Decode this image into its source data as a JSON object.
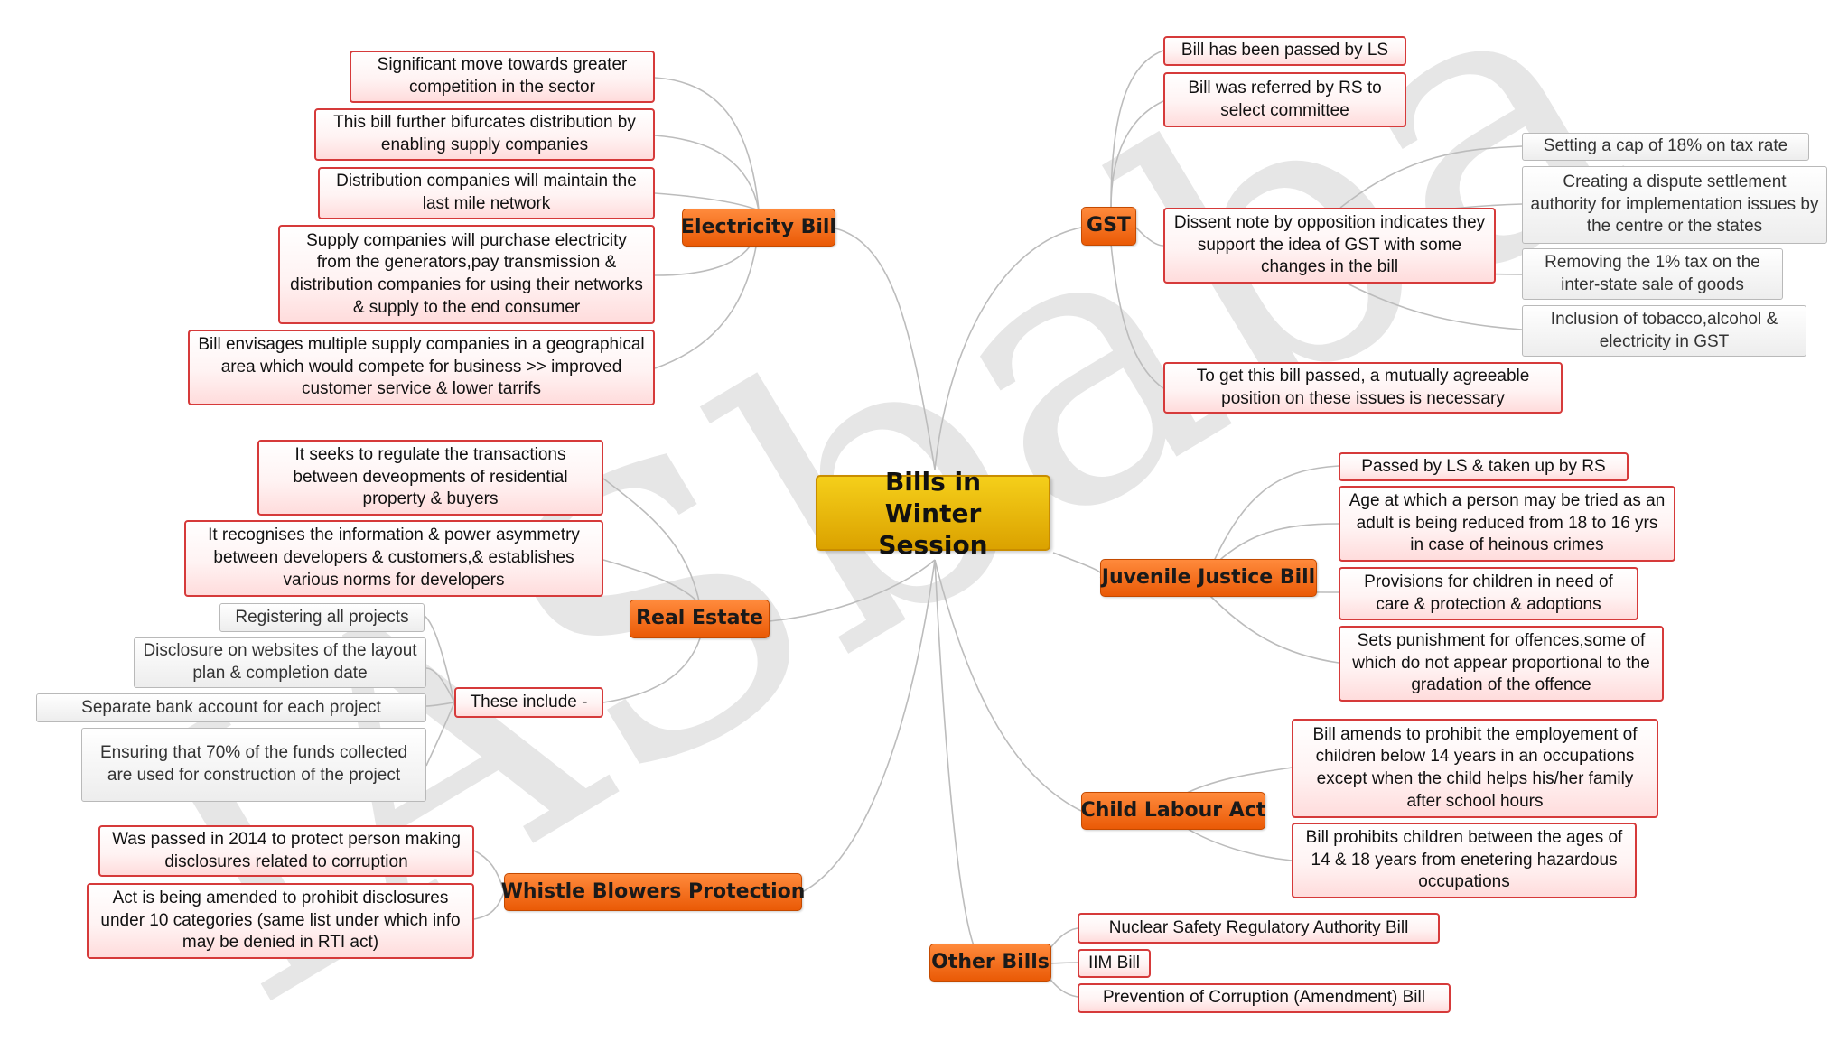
{
  "diagram": {
    "watermark": "IASbaba",
    "central": "Bills in Winter Session",
    "topics": {
      "electricity": {
        "label": "Electricity Bill",
        "details": [
          "Significant move towards greater competition in the sector",
          "This bill further bifurcates distribution by enabling supply companies",
          "Distribution companies will maintain the last mile network",
          "Supply companies will purchase electricity from the generators,pay transmission & distribution companies for using their networks & supply to the end consumer",
          "Bill envisages multiple supply companies in a geographical area which would compete for business >> improved customer service & lower tarrifs"
        ]
      },
      "real_estate": {
        "label": "Real Estate",
        "details": [
          "It seeks to regulate the transactions between deveopments of residential property & buyers",
          "It recognises the information & power asymmetry between developers & customers,& establishes various norms for developers"
        ],
        "these_include": {
          "label": "These include -",
          "items": [
            "Registering all projects",
            "Disclosure on websites of the layout plan & completion date",
            "Separate bank account for each project",
            "Ensuring that 70% of the funds collected are used for construction of the project"
          ]
        }
      },
      "whistle": {
        "label": "Whistle Blowers Protection",
        "details": [
          "Was passed in 2014 to protect person making disclosures related to corruption",
          "Act is being amended to prohibit disclosures under 10 categories (same list under which info may be denied in RTI act)"
        ]
      },
      "gst": {
        "label": "GST",
        "details": [
          "Bill has been passed by LS",
          "Bill was referred by RS to select committee",
          "Dissent note by opposition indicates they support the idea of GST with some changes in the bill",
          "To get this bill passed, a mutually agreeable position on these issues is necessary"
        ],
        "dissent_items": [
          "Setting a cap of 18% on tax rate",
          "Creating a dispute settlement authority for implementation issues by the centre or the states",
          "Removing the 1% tax on the inter-state sale of goods",
          "Inclusion of tobacco,alcohol & electricity in GST"
        ]
      },
      "juvenile": {
        "label": "Juvenile Justice Bill",
        "details": [
          "Passed by LS & taken up by RS",
          "Age at which a person may be tried as an adult is being reduced from 18 to 16 yrs in case of heinous crimes",
          "Provisions for children in need of care & protection & adoptions",
          "Sets punishment for offences,some of which do not appear proportional to the gradation of the offence"
        ]
      },
      "child_labour": {
        "label": "Child Labour Act",
        "details": [
          "Bill amends to prohibit the employement of children below 14 years in an occupations except when the child helps his/her family after school hours",
          "Bill prohibits children between the ages of 14 & 18 years from enetering hazardous occupations"
        ]
      },
      "other": {
        "label": "Other Bills",
        "details": [
          "Nuclear Safety Regulatory Authority Bill",
          "IIM Bill",
          "Prevention of Corruption (Amendment) Bill"
        ]
      }
    }
  }
}
